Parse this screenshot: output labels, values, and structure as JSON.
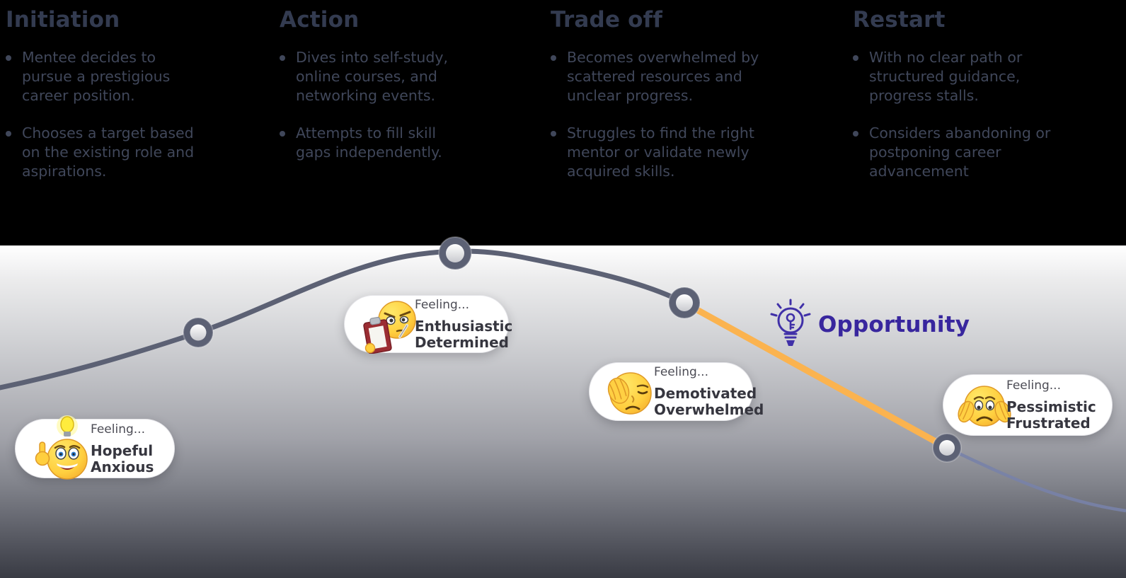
{
  "stages": [
    {
      "title": "Initiation",
      "bullets": [
        "Mentee decides to\npursue a prestigious\ncareer position.",
        "Chooses a target based\non the existing role and\naspirations."
      ]
    },
    {
      "title": "Action",
      "bullets": [
        "Dives into self-study,\nonline courses, and\nnetworking events.",
        "Attempts to fill skill\ngaps independently."
      ]
    },
    {
      "title": "Trade off",
      "bullets": [
        "Becomes overwhelmed by\nscattered resources and\nunclear progress.",
        "Struggles to find the right\nmentor or validate newly\nacquired skills."
      ]
    },
    {
      "title": "Restart",
      "bullets": [
        "With no clear path or\nstructured guidance,\nprogress stalls.",
        "Considers abandoning or\npostponing career\nadvancement"
      ]
    }
  ],
  "journey": {
    "feeling_cards": [
      {
        "label": "Feeling...",
        "emotion_1": "Hopeful",
        "emotion_2": "Anxious",
        "emoji": "excited-idea-emoji"
      },
      {
        "label": "Feeling...",
        "emotion_1": "Enthusiastic",
        "emotion_2": "Determined",
        "emoji": "determined-clipboard-emoji"
      },
      {
        "label": "Feeling...",
        "emotion_1": "Demotivated",
        "emotion_2": "Overwhelmed",
        "emoji": "facepalm-emoji"
      },
      {
        "label": "Feeling...",
        "emotion_1": "Pessimistic",
        "emotion_2": "Frustrated",
        "emoji": "worried-head-holding-emoji"
      }
    ],
    "opportunity": {
      "label": "Opportunity",
      "icon": "lightbulb-key-icon"
    }
  },
  "colors": {
    "curve": "#5c6174",
    "milestone_ring": "#5c6174",
    "drop_line_orange": "#fbb34f",
    "tail_curve": "#7882a8",
    "opportunity_purple": "#38269e",
    "stage_text": "#40475a",
    "stage_title": "#333b50",
    "card_background": "#ffffff",
    "band_gradient_top": "#ffffff",
    "band_gradient_bottom": "#393b44"
  }
}
